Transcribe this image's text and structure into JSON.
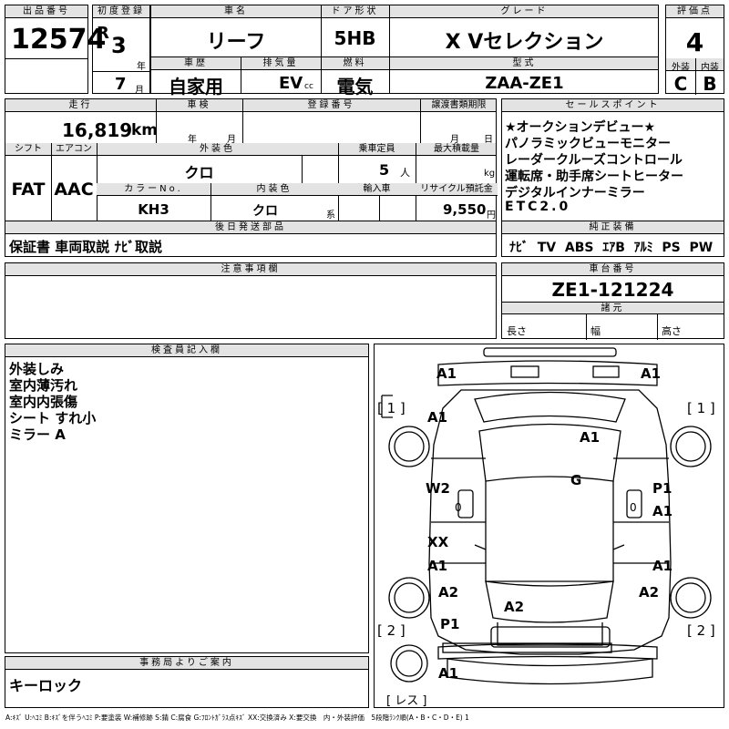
{
  "header": {
    "lot_label": "出品番号",
    "lot_number": "12574",
    "first_reg_label": "初度登録",
    "era": "R",
    "year_value": "3",
    "year_unit": "年",
    "month_value": "7",
    "month_unit": "月",
    "car_name_label": "車名",
    "car_name": "リーフ",
    "door_label": "ドア形状",
    "door": "5HB",
    "grade_label": "グレード",
    "grade": "X Vセレクション",
    "score_label": "評価点",
    "score": "4",
    "history_label": "車歴",
    "history": "自家用",
    "displacement_label": "排気量",
    "displacement": "EV",
    "displacement_unit": "cc",
    "fuel_label": "燃料",
    "fuel": "電気",
    "model_label": "型式",
    "model": "ZAA-ZE1",
    "exterior_label": "外装",
    "exterior": "C",
    "interior_label": "内装",
    "interior": "B"
  },
  "specs": {
    "mileage_label": "走行",
    "mileage": "16,819",
    "mileage_unit": "km",
    "inspection_label": "車検",
    "inspection_year_unit": "年",
    "inspection_month_unit": "月",
    "registration_label": "登録番号",
    "transfer_label": "譲渡書類期限",
    "transfer_month_unit": "月",
    "transfer_day_unit": "日",
    "shift_label": "シフト",
    "shift": "FAT",
    "ac_label": "エアコン",
    "ac": "AAC",
    "ext_color_label": "外装色",
    "ext_color": "クロ",
    "capacity_label": "乗車定員",
    "capacity": "5",
    "capacity_unit": "人",
    "load_label": "最大積載量",
    "load_unit": "kg",
    "color_no_label": "カラーNo.",
    "color_no": "KH3",
    "int_color_label": "内装色",
    "int_color": "クロ",
    "int_color_unit": "系",
    "import_label": "輸入車",
    "recycle_label": "リサイクル預託金",
    "recycle": "9,550",
    "recycle_unit": "円",
    "later_label": "後日発送部品",
    "later_items": "保証書 車両取説 ﾅﾋﾞ取説"
  },
  "sales": {
    "label": "セールスポイント",
    "points": [
      "★オークションデビュー★",
      "パノラミックビューモニター",
      "レーダークルーズコントロール",
      "運転席・助手席シートヒーター",
      "デジタルインナーミラー",
      "ETC2.0"
    ],
    "equip_label": "純正装備",
    "equip": "ﾅﾋﾞ  TV  ABS  ｴｱB  ｱﾙﾐ  PS  PW"
  },
  "notes": {
    "label": "注意事項欄",
    "chassis_label": "車台番号",
    "chassis": "ZE1-121224",
    "dims_label": "諸元",
    "length_label": "長さ",
    "width_label": "幅",
    "height_label": "高さ"
  },
  "inspector": {
    "label": "検査員記入欄",
    "lines": [
      "外装しみ",
      "室内薄汚れ",
      "室内内張傷",
      "シート すれ小",
      "ミラー A"
    ]
  },
  "office": {
    "label": "事務局よりご案内",
    "text": "キーロック"
  },
  "diagram": {
    "marks": {
      "front_left": "A1",
      "front_right": "A1",
      "bracket_front_left": "[ 1 ]",
      "bracket_front_right": "[ 1 ]",
      "fender_left": "A1",
      "hood": "A1",
      "roof": "G",
      "front_door_left": "W2",
      "front_door_right_top": "P1",
      "front_door_right_bottom": "A1",
      "rear_door_left_top": "XX",
      "rear_door_left_bottom": "A1",
      "rear_door_right": "A1",
      "quarter_left": "A2",
      "quarter_right": "A2",
      "trunk": "A2",
      "bracket_rear_left": "[ 2 ]",
      "bracket_rear_right": "[ 2 ]",
      "rear_panel": "P1",
      "bumper_rear": "A1",
      "spare": "[ レス ]",
      "seam_left": "0",
      "seam_right": "0"
    }
  },
  "legend": "A:ｷｽﾞ U:ﾍｺﾐ B:ｷｽﾞを伴うﾍｺﾐ P:要塗装 W:補修跡 S:錆 C:腐食 G:ﾌﾛﾝﾄｶﾞﾗｽ点ｷｽﾞ XX:交換済み X:要交換　内・外装評価　5段階ﾗﾝｸ順(A・B・C・D・E) 1"
}
